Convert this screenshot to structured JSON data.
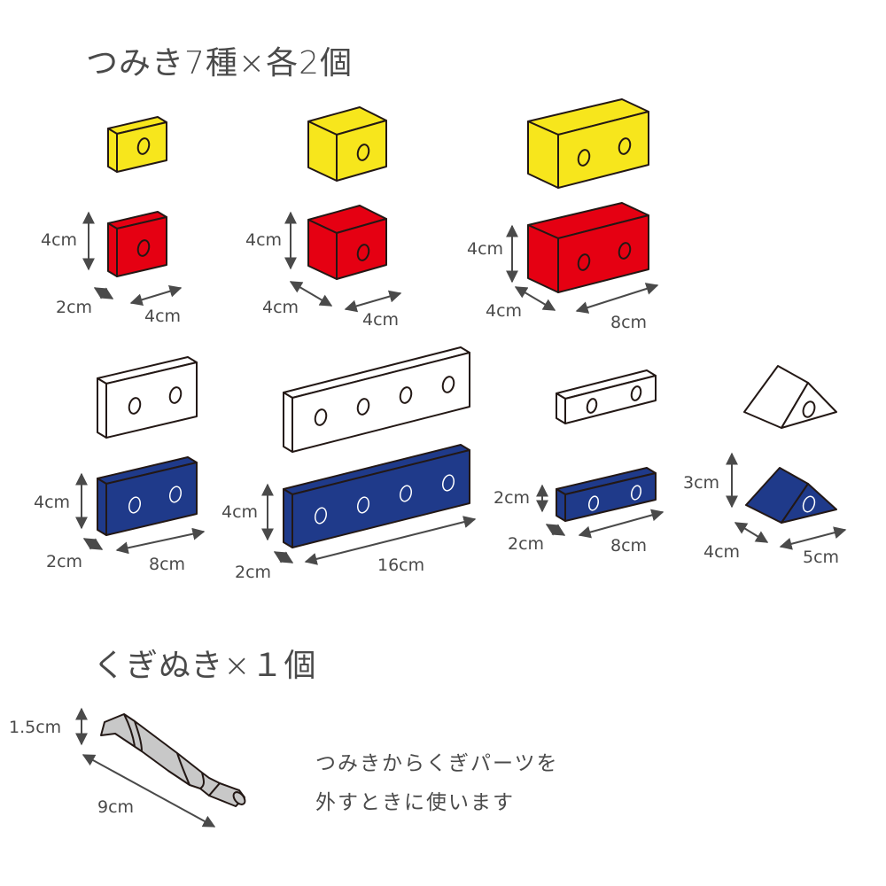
{
  "headings": {
    "blocks": "つみき7種×各2個",
    "tool": "くぎぬき×１個"
  },
  "tool_note": {
    "line1": "つみきからくぎパーツを",
    "line2": "外すときに使います"
  },
  "colors": {
    "yellow": "#f7e61c",
    "red": "#e50012",
    "navy": "#1f3a8a",
    "white": "#ffffff",
    "outline": "#231815",
    "tool_gray": "#c8c8c8",
    "text": "#4a4a4a"
  },
  "dimension_labels": {
    "block1": {
      "height": "4cm",
      "depth": "2cm",
      "width": "4cm"
    },
    "block2": {
      "height": "4cm",
      "depth": "4cm",
      "width": "4cm"
    },
    "block3": {
      "height": "4cm",
      "depth": "4cm",
      "width": "8cm"
    },
    "block4": {
      "height": "4cm",
      "depth": "2cm",
      "width": "8cm"
    },
    "block5": {
      "height": "4cm",
      "depth": "2cm",
      "width": "16cm"
    },
    "block6": {
      "height": "2cm",
      "depth": "2cm",
      "width": "8cm"
    },
    "block7": {
      "height": "3cm",
      "depth": "4cm",
      "width": "5cm"
    },
    "tool": {
      "height": "1.5cm",
      "length": "9cm"
    }
  }
}
